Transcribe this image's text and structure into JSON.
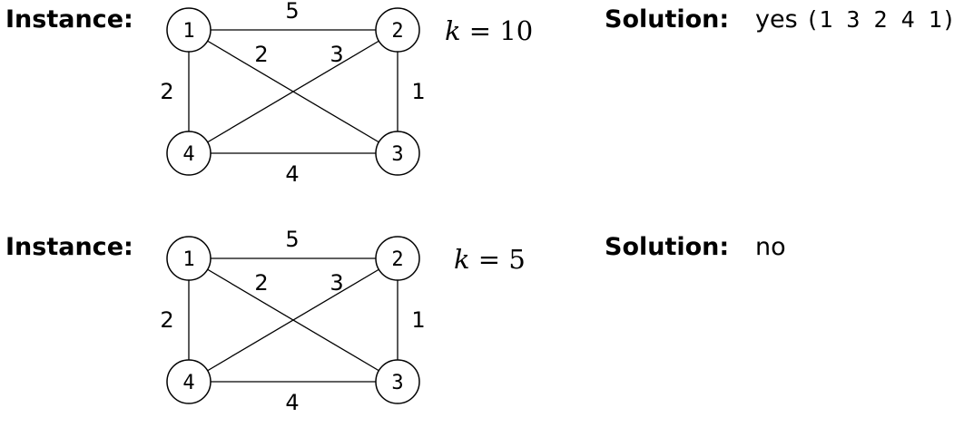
{
  "instances": [
    {
      "instance_label": "Instance:",
      "k_var": "k",
      "k_eq": "= 10",
      "solution_label": "Solution:",
      "solution_answer": "yes",
      "solution_tour": "(1 3 2 4 1)",
      "nodes": [
        "1",
        "2",
        "3",
        "4"
      ],
      "edges": [
        {
          "from": "1",
          "to": "2",
          "weight": "5"
        },
        {
          "from": "1",
          "to": "3",
          "weight": "2"
        },
        {
          "from": "2",
          "to": "4",
          "weight": "3"
        },
        {
          "from": "1",
          "to": "4",
          "weight": "2"
        },
        {
          "from": "2",
          "to": "3",
          "weight": "1"
        },
        {
          "from": "4",
          "to": "3",
          "weight": "4"
        }
      ]
    },
    {
      "instance_label": "Instance:",
      "k_var": "k",
      "k_eq": "= 5",
      "solution_label": "Solution:",
      "solution_answer": "no",
      "solution_tour": "",
      "nodes": [
        "1",
        "2",
        "3",
        "4"
      ],
      "edges": [
        {
          "from": "1",
          "to": "2",
          "weight": "5"
        },
        {
          "from": "1",
          "to": "3",
          "weight": "2"
        },
        {
          "from": "2",
          "to": "4",
          "weight": "3"
        },
        {
          "from": "1",
          "to": "4",
          "weight": "2"
        },
        {
          "from": "2",
          "to": "3",
          "weight": "1"
        },
        {
          "from": "4",
          "to": "3",
          "weight": "4"
        }
      ]
    }
  ]
}
